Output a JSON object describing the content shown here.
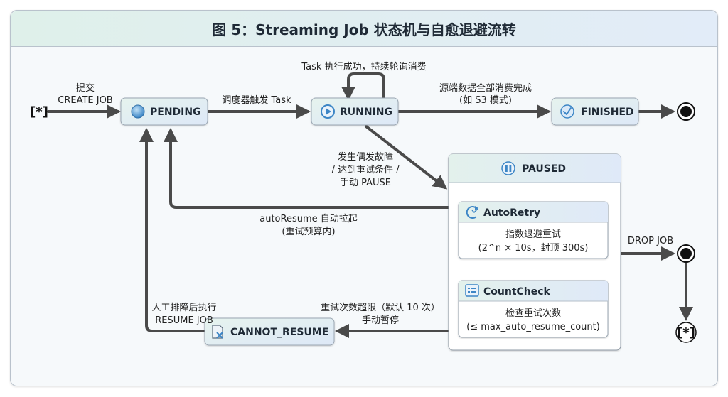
{
  "title": "图 5：Streaming Job 状态机与自愈退避流转",
  "initial_marker": "[*]",
  "final_marker": "[*]",
  "states": {
    "pending": "PENDING",
    "running": "RUNNING",
    "finished": "FINISHED",
    "paused": "PAUSED",
    "auto_retry": {
      "title": "AutoRetry",
      "line1": "指数退避重试",
      "line2": "(2^n × 10s，封顶 300s)"
    },
    "count_check": {
      "title": "CountCheck",
      "line1": "检查重试次数",
      "line2": "(≤ max_auto_resume_count)"
    },
    "cannot_resume": "CANNOT_RESUME"
  },
  "transitions": {
    "create_line1": "提交",
    "create_line2": "CREATE JOB",
    "trigger_task": "调度器触发 Task",
    "self_loop": "Task 执行成功，持续轮询消费",
    "finish_line1": "源端数据全部消费完成",
    "finish_line2": "(如 S3 模式)",
    "pause_line1": "发生偶发故障",
    "pause_line2": "/ 达到重试条件 /",
    "pause_line3": "手动 PAUSE",
    "auto_resume_line1": "autoResume 自动拉起",
    "auto_resume_line2": "(重试预算内)",
    "drop_job": "DROP JOB",
    "exceed_line1": "重试次数超限（默认 10 次）",
    "exceed_line2": "手动暂停",
    "resume_line1": "人工排障后执行",
    "resume_line2": "RESUME JOB"
  },
  "colors": {
    "node_top": "#e6f3ee",
    "node_bottom": "#dde8f7",
    "node_border": "#9aa6b2",
    "arrow": "#4a4a4a",
    "icon_blue": "#3d86c6"
  },
  "icons": {
    "pending": "circle-icon",
    "running": "play-icon",
    "finished": "check-badge-icon",
    "paused": "pause-icon",
    "auto_retry": "refresh-icon",
    "count_check": "list-icon",
    "cannot_resume": "blocked-doc-icon"
  }
}
